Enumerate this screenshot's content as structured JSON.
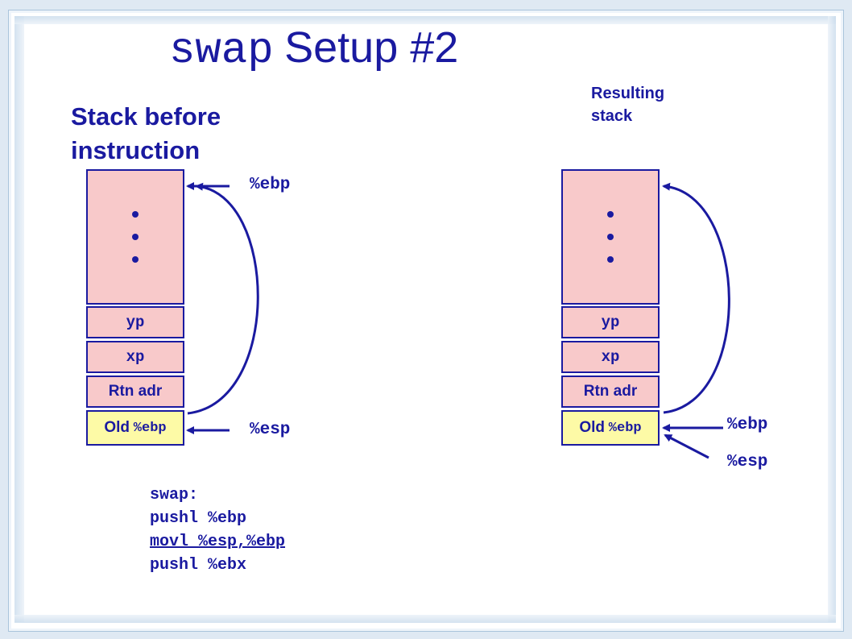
{
  "title": {
    "code": "swap",
    "text": "Setup #2"
  },
  "left": {
    "heading": "Stack before instruction",
    "cells": {
      "yp": "yp",
      "xp": "xp",
      "rtn": "Rtn adr",
      "old_prefix": "Old",
      "old_reg": "%ebp"
    },
    "registers": {
      "ebp": "%ebp",
      "esp": "%esp"
    }
  },
  "right": {
    "heading": "Resulting stack",
    "cells": {
      "yp": "yp",
      "xp": "xp",
      "rtn": "Rtn adr",
      "old_prefix": "Old",
      "old_reg": "%ebp"
    },
    "registers": {
      "ebp": "%ebp",
      "esp": "%esp"
    }
  },
  "code": {
    "label": "swap:",
    "lines": [
      "pushl %ebp",
      "movl %esp,%ebp",
      "pushl %ebx"
    ]
  },
  "colors": {
    "accent": "#1a1aa0",
    "stack_fill": "#f8c9ca",
    "old_ebp_fill": "#fdfaa6"
  }
}
